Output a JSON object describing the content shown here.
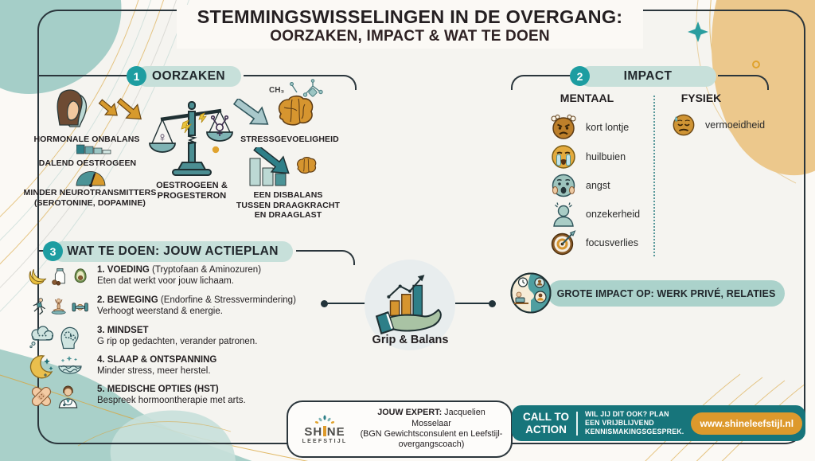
{
  "title": {
    "line1": "STEMMINGSWISSELINGEN IN DE OVERGANG:",
    "line2": "OORZAKEN, IMPACT & WAT TE DOEN"
  },
  "section1": {
    "number": "1",
    "heading": "OORZAKEN",
    "hormonale": {
      "icon": "woman-profiles-icon down-arrows-icon",
      "label": "HORMONALE ONBALANS"
    },
    "dalend": {
      "icon": "declining-bars-icon",
      "label": "DALEND OESTROGEEN"
    },
    "neuro": {
      "icon": "gauge-icon",
      "line1": "MINDER NEUROTRANSMITTERS",
      "line2": "(SEROTONINE, DOPAMINE)"
    },
    "oestrogeen": {
      "icon": "balance-scale-icon",
      "line1": "OESTROGEEN &",
      "line2": "PROGESTERON"
    },
    "stress": {
      "icon": "molecule-icon down-arrow-icon brain-icon",
      "molecule_label": "CH₃",
      "label": "STRESSGEVOELIGHEID"
    },
    "disbalans": {
      "icon": "declining-chart-brain-icon",
      "line1": "EEN DISBALANS",
      "line2": "TUSSEN DRAAGKRACHT",
      "line3": "EN DRAAGLAST"
    }
  },
  "section2": {
    "number": "2",
    "heading": "IMPACT",
    "mentaal": {
      "heading": "MENTAAL",
      "items": [
        {
          "icon": "angry-face-icon",
          "label": "kort lontje"
        },
        {
          "icon": "crying-face-icon",
          "label": "huilbuien"
        },
        {
          "icon": "fearful-face-icon",
          "label": "angst"
        },
        {
          "icon": "insecure-person-icon",
          "label": "onzekerheid"
        },
        {
          "icon": "target-dart-icon",
          "label": "focusverlies"
        }
      ]
    },
    "fysiek": {
      "heading": "FYSIEK",
      "items": [
        {
          "icon": "tired-face-icon",
          "label": "vermoeidheid"
        }
      ]
    }
  },
  "section3": {
    "number": "3",
    "heading": "WAT TE DOEN: JOUW ACTIEPLAN",
    "items": [
      {
        "icons": "bananas-icon milk-nuts-icon avocado-icon",
        "strong": "1. VOEDING",
        "rest": " (Tryptofaan & Aminozuren)",
        "desc": "Eten dat werkt voor jouw lichaam."
      },
      {
        "icons": "runner-icon yoga-icon dumbbell-icon",
        "strong": "2. BEWEGING",
        "rest": " (Endorfine & Stressvermindering)",
        "desc": "Verhoogt weerstand & energie."
      },
      {
        "icons": "thought-cloud-icon gears-head-icon",
        "strong": "3. MINDSET",
        "rest": "",
        "desc": "G rip op gedachten, verander patronen."
      },
      {
        "icons": "moon-stars-icon water-relax-icon",
        "strong": "4. SLAAP & ONTSPANNING",
        "rest": "",
        "desc": "Minder stress, meer herstel."
      },
      {
        "icons": "bandages-icon doctor-icon",
        "strong": "5. MEDISCHE OPTIES (HST)",
        "rest": "",
        "desc": "Bespreek hormoontherapie met arts."
      }
    ]
  },
  "center": {
    "icon": "hand-holding-chart-icon",
    "label": "Grip & Balans"
  },
  "impact_banner": {
    "icon": "work-life-circle-icon",
    "label": "GROTE IMPACT OP: WERK PRIVÉ, RELATIES"
  },
  "expert": {
    "brand_part1": "SH",
    "brand_part2": "NE",
    "brand_sub": "LEEFSTIJL",
    "prefix": "JOUW EXPERT:",
    "name": " Jacquelien Mosselaar",
    "line2": "(BGN Gewichtsconsulent en Leefstijl-",
    "line3": "overgangscoach)"
  },
  "cta": {
    "label_line1": "CALL TO",
    "label_line2": "ACTION",
    "text_line1": "WIL JIJ DIT OOK? PLAN",
    "text_line2": "EEN VRIJBLIJVEND",
    "text_line3": "KENNISMAKINGSGESPREK.",
    "button": "www.shineleefstijl.nl"
  },
  "colors": {
    "accent_teal": "#1d9da1",
    "pill_teal": "#c7e0da",
    "banner_teal": "#abd2cb",
    "cta_teal": "#17757b",
    "button_orange": "#dd992c",
    "blob_teal": "#a5cec8",
    "blob_orange": "#ecc88c",
    "dark_outline": "#2b363c"
  }
}
